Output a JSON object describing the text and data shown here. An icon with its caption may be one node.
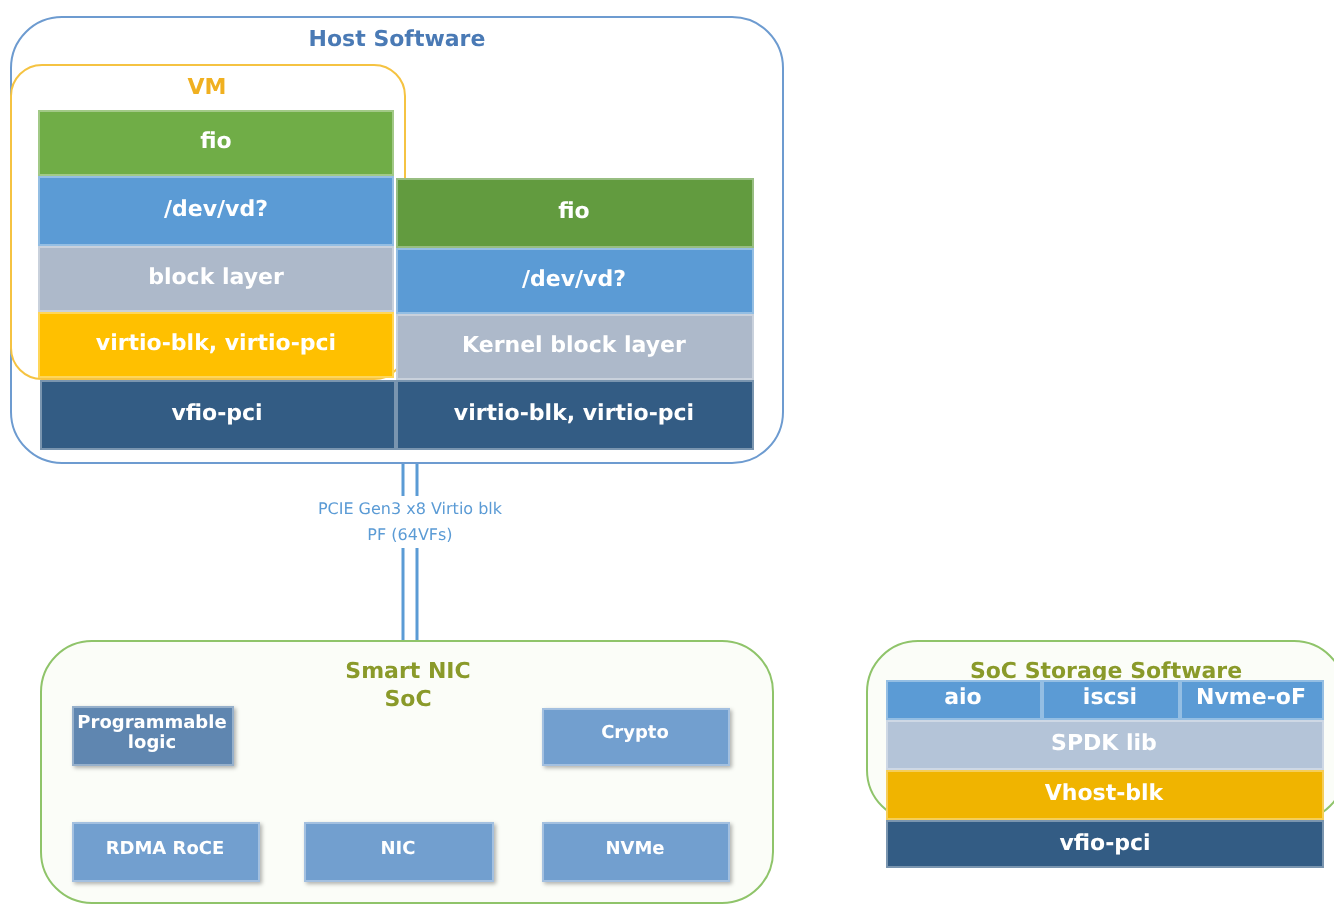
{
  "diagram": {
    "nodes": [
      {
        "text": [
          "Host Software"
        ]
      },
      {
        "text": [
          "VM"
        ],
        "in": 0
      },
      {
        "text": [
          "fio"
        ],
        "in": 1
      },
      {
        "text": [
          "/dev/vd?"
        ],
        "in": 1
      },
      {
        "text": [
          "block layer"
        ],
        "in": 1
      },
      {
        "text": [
          "virtio-blk, virtio-pci"
        ],
        "in": 1
      },
      {
        "text": [
          "fio"
        ],
        "in": 0
      },
      {
        "text": [
          "/dev/vd?"
        ],
        "in": 0
      },
      {
        "text": [
          "Kernel block layer"
        ],
        "in": 0
      },
      {
        "text": [
          "vfio-pci"
        ],
        "in": 0
      },
      {
        "text": [
          "virtio-blk, virtio-pci"
        ],
        "in": 0
      },
      {
        "text": [
          "Smart NIC SoC"
        ]
      },
      {
        "text": [
          "Programmable logic"
        ],
        "in": 11
      },
      {
        "text": [
          "Crypto"
        ],
        "in": 11
      },
      {
        "text": [
          "RDMA RoCE"
        ],
        "in": 11
      },
      {
        "text": [
          "NIC"
        ],
        "in": 11
      },
      {
        "text": [
          "NVMe"
        ],
        "in": 11
      },
      {
        "text": [
          "SoC Storage Software"
        ]
      },
      {
        "text": [
          "aio"
        ],
        "in": 17
      },
      {
        "text": [
          "iscsi"
        ],
        "in": 17
      },
      {
        "text": [
          "Nvme-oF"
        ],
        "in": 17
      },
      {
        "text": [
          "SPDK lib"
        ],
        "in": 17
      },
      {
        "text": [
          "Vhost-blk"
        ],
        "in": 17
      },
      {
        "text": [
          "vfio-pci"
        ]
      }
    ],
    "edges": [
      {
        "from": 0,
        "to": 11,
        "arrow": "none",
        "label": "PCIE Gen3 x8 Virtio blk PF (64VFs)"
      }
    ]
  }
}
